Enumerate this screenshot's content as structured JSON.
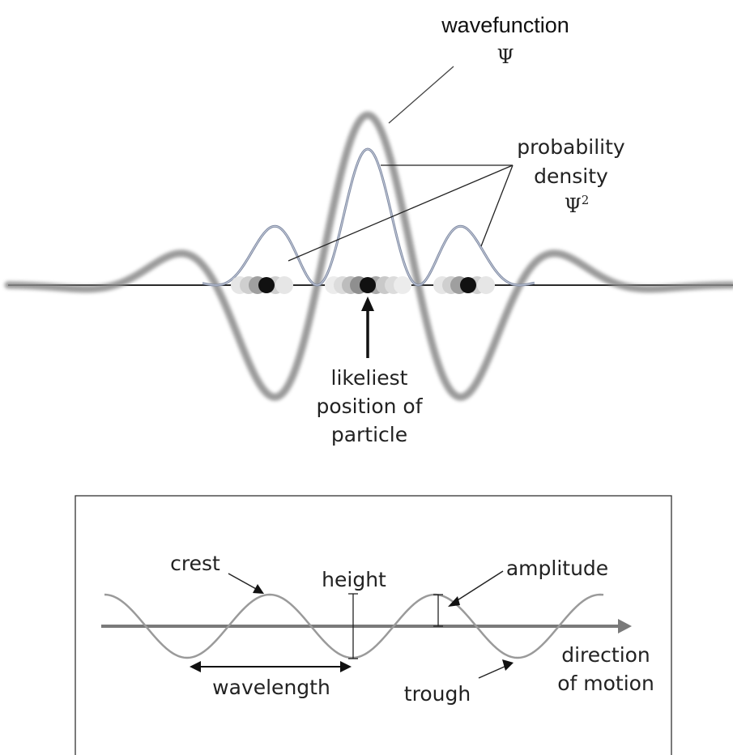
{
  "top_diagram": {
    "wavefunction_label": "wavefunction",
    "wavefunction_symbol": "Ψ",
    "probability_label_line1": "probability",
    "probability_label_line2": "density",
    "probability_symbol": "Ψ",
    "probability_exponent": "2",
    "position_label_line1": "likeliest",
    "position_label_line2": "position of",
    "position_label_line3": "particle"
  },
  "wave_diagram": {
    "crest_label": "crest",
    "height_label": "height",
    "amplitude_label": "amplitude",
    "wavelength_label": "wavelength",
    "trough_label": "trough",
    "direction_label_line1": "direction",
    "direction_label_line2": "of motion"
  },
  "colors": {
    "wavefunction_curve": "#8a8a8a",
    "probability_curve": "#7f8aa3",
    "axis": "#2a2a2a",
    "wave_curve": "#9a9a9a",
    "arrow_axis": "#7a7a7a",
    "particle_dot": "#111111"
  }
}
